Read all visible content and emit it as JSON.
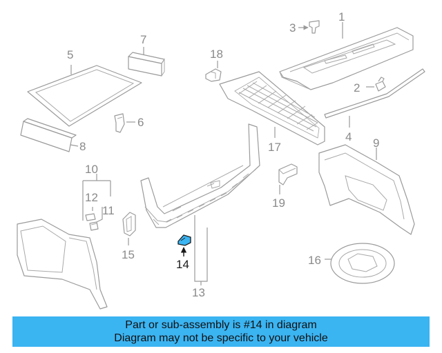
{
  "callouts": {
    "c1": "1",
    "c2": "2",
    "c3": "3",
    "c4": "4",
    "c5": "5",
    "c6": "6",
    "c7": "7",
    "c8": "8",
    "c9": "9",
    "c10": "10",
    "c11": "11",
    "c12": "12",
    "c13": "13",
    "c14": "14",
    "c15": "15",
    "c16": "16",
    "c17": "17",
    "c18": "18",
    "c19": "19"
  },
  "highlighted_part": "14",
  "colors": {
    "banner_bg": "#3bb4f2",
    "highlight_part": "#3bb4f2",
    "line": "#9a9a9a"
  },
  "banner": {
    "line1": "Part or sub-assembly is #14 in diagram",
    "line2": "Diagram may not be specific to your vehicle"
  }
}
